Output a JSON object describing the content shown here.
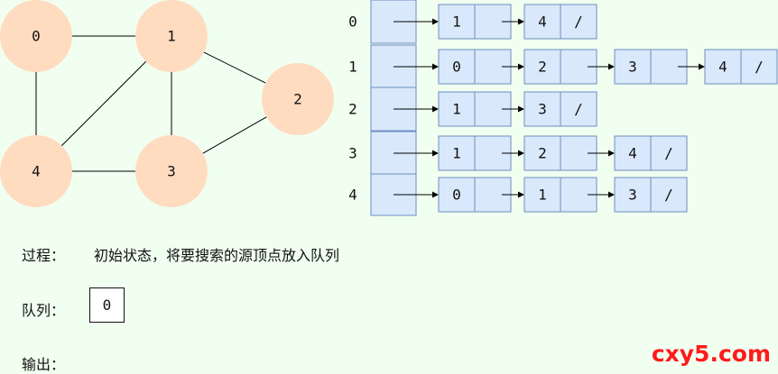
{
  "graph": {
    "nodes": [
      "0",
      "1",
      "2",
      "3",
      "4"
    ],
    "edges": [
      [
        "0",
        "1"
      ],
      [
        "0",
        "4"
      ],
      [
        "1",
        "4"
      ],
      [
        "1",
        "3"
      ],
      [
        "1",
        "2"
      ],
      [
        "2",
        "3"
      ],
      [
        "3",
        "4"
      ]
    ],
    "node_color": "#ffdcc0",
    "edge_color": "#000000"
  },
  "adjacency": {
    "rows": [
      {
        "vertex": "0",
        "neighbors": [
          "1",
          "4"
        ]
      },
      {
        "vertex": "1",
        "neighbors": [
          "0",
          "2",
          "3",
          "4"
        ]
      },
      {
        "vertex": "2",
        "neighbors": [
          "1",
          "3"
        ]
      },
      {
        "vertex": "3",
        "neighbors": [
          "1",
          "2",
          "4"
        ]
      },
      {
        "vertex": "4",
        "neighbors": [
          "0",
          "1",
          "3"
        ]
      }
    ],
    "null_marker": "/",
    "cell_fill": "#dae8fc",
    "cell_border": "#6c8ebf"
  },
  "labels": {
    "process_label": "过程：",
    "process_text": "初始状态，将要搜索的源顶点放入队列",
    "queue_label": "队列：",
    "queue_items": [
      "0"
    ],
    "output_label": "输出："
  },
  "watermark": "cxy5.com"
}
